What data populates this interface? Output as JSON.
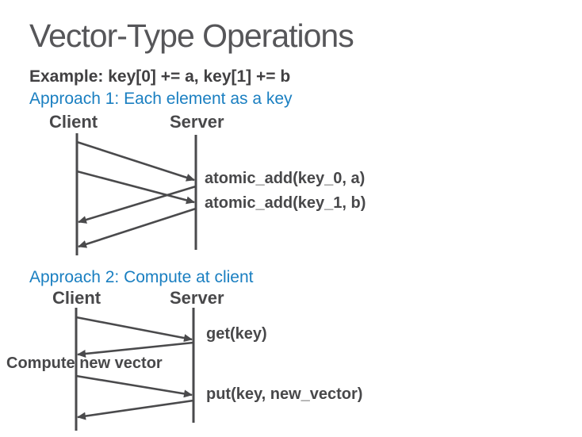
{
  "slide": {
    "title": "Vector-Type Operations",
    "example": "Example: key[0] += a, key[1] += b"
  },
  "approach1": {
    "heading": "Approach 1: Each element as a key",
    "client": "Client",
    "server": "Server",
    "messages": [
      "atomic_add(key_0, a)",
      "atomic_add(key_1, b)"
    ]
  },
  "approach2": {
    "heading": "Approach 2: Compute at client",
    "client": "Client",
    "server": "Server",
    "note": "Compute new vector",
    "messages": [
      "get(key)",
      "put(key, new_vector)"
    ]
  },
  "colors": {
    "accent_blue": "#1A7FC1",
    "text_dark": "#414042",
    "title_gray": "#565659",
    "line_gray": "#4A4A4C"
  }
}
